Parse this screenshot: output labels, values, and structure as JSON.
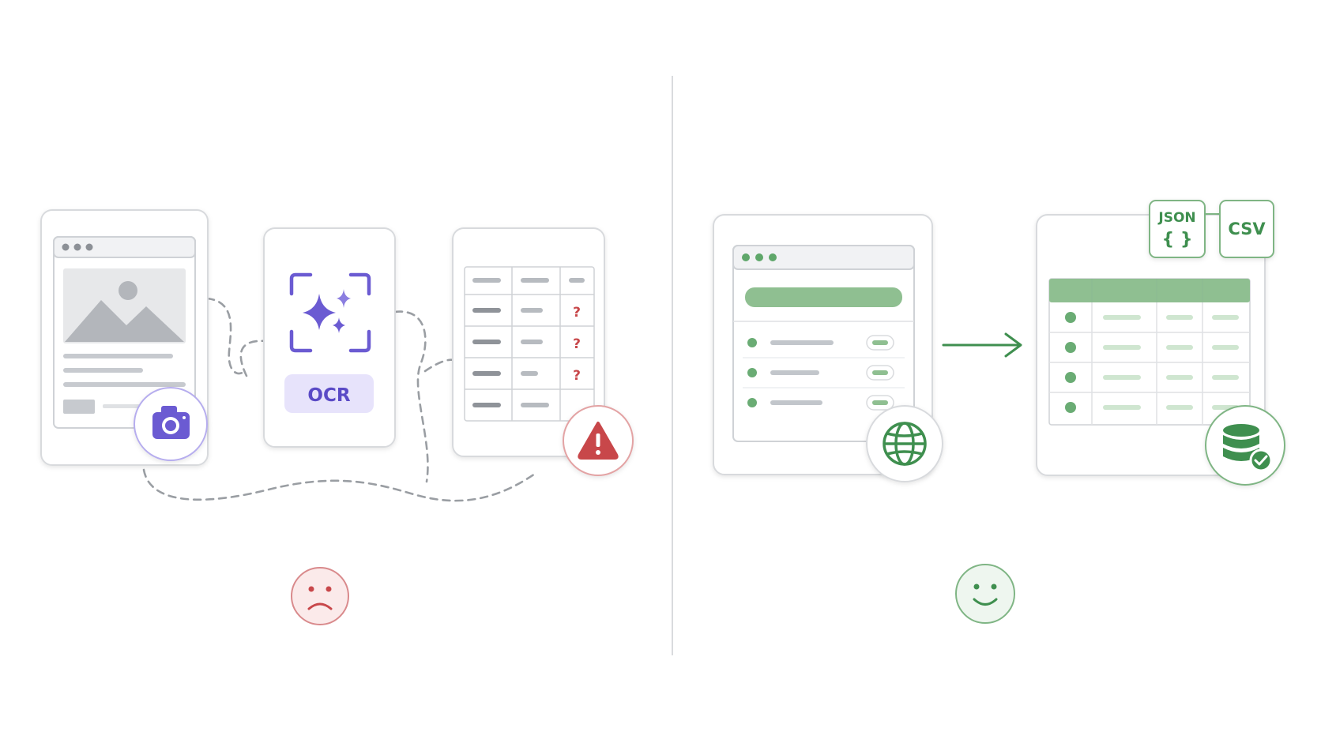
{
  "left_panel": {
    "ocr_label": "OCR",
    "question_mark": "?",
    "colors": {
      "accent": "#6b5bd2",
      "accent_light": "#e7e3fb",
      "error": "#c8474a",
      "error_light": "#fbeaea",
      "gray_line": "#9aa0a6"
    },
    "icons": [
      "camera-icon",
      "sparkles-icon",
      "warning-icon",
      "sad-face-icon"
    ]
  },
  "right_panel": {
    "json_label": "JSON",
    "json_braces": "{ }",
    "csv_label": "CSV",
    "colors": {
      "accent": "#3f8f4f",
      "accent_light": "#8fbf91",
      "accent_pale": "#cfe6d0"
    },
    "icons": [
      "globe-icon",
      "arrow-right-icon",
      "database-check-icon",
      "happy-face-icon"
    ]
  }
}
